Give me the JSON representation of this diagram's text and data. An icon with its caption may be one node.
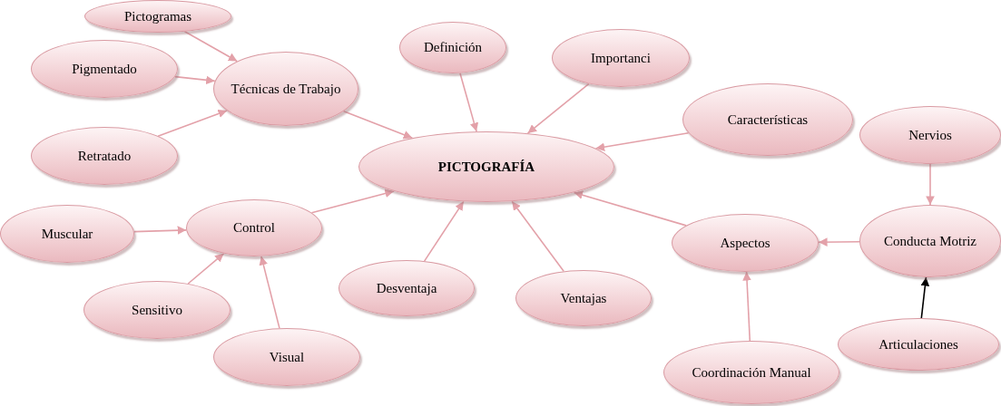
{
  "diagram": {
    "nodes": [
      {
        "text": [
          "Pictogramas"
        ]
      },
      {
        "text": [
          "Pigmentado"
        ]
      },
      {
        "text": [
          "Técnicas de Trabajo"
        ]
      },
      {
        "text": [
          "Retratado"
        ]
      },
      {
        "text": [
          "Definición"
        ]
      },
      {
        "text": [
          "Importanci"
        ]
      },
      {
        "text": [
          "Características"
        ]
      },
      {
        "text": [
          "PICTOGRAFÍA"
        ]
      },
      {
        "text": [
          "Nervios"
        ]
      },
      {
        "text": [
          "Muscular"
        ]
      },
      {
        "text": [
          "Control"
        ]
      },
      {
        "text": [
          "Aspectos"
        ]
      },
      {
        "text": [
          "Conducta Motriz"
        ]
      },
      {
        "text": [
          "Desventaja"
        ]
      },
      {
        "text": [
          "Ventajas"
        ]
      },
      {
        "text": [
          "Sensitivo"
        ]
      },
      {
        "text": [
          "Visual"
        ]
      },
      {
        "text": [
          "Articulaciones"
        ]
      },
      {
        "text": [
          "Coordinación Manual"
        ]
      }
    ],
    "edges": [
      {
        "from": 0,
        "to": 2,
        "arrow": "to"
      },
      {
        "from": 1,
        "to": 2,
        "arrow": "to"
      },
      {
        "from": 3,
        "to": 2,
        "arrow": "to"
      },
      {
        "from": 2,
        "to": 7,
        "arrow": "to"
      },
      {
        "from": 4,
        "to": 7,
        "arrow": "to"
      },
      {
        "from": 5,
        "to": 7,
        "arrow": "to"
      },
      {
        "from": 6,
        "to": 7,
        "arrow": "to"
      },
      {
        "from": 9,
        "to": 10,
        "arrow": "to"
      },
      {
        "from": 15,
        "to": 10,
        "arrow": "to"
      },
      {
        "from": 16,
        "to": 10,
        "arrow": "to"
      },
      {
        "from": 10,
        "to": 7,
        "arrow": "to"
      },
      {
        "from": 13,
        "to": 7,
        "arrow": "to"
      },
      {
        "from": 14,
        "to": 7,
        "arrow": "to"
      },
      {
        "from": 11,
        "to": 7,
        "arrow": "to"
      },
      {
        "from": 8,
        "to": 12,
        "arrow": "to"
      },
      {
        "from": 12,
        "to": 11,
        "arrow": "to"
      },
      {
        "from": 17,
        "to": 12,
        "arrow": "to",
        "color": "#000000"
      },
      {
        "from": 18,
        "to": 11,
        "arrow": "to"
      }
    ]
  }
}
